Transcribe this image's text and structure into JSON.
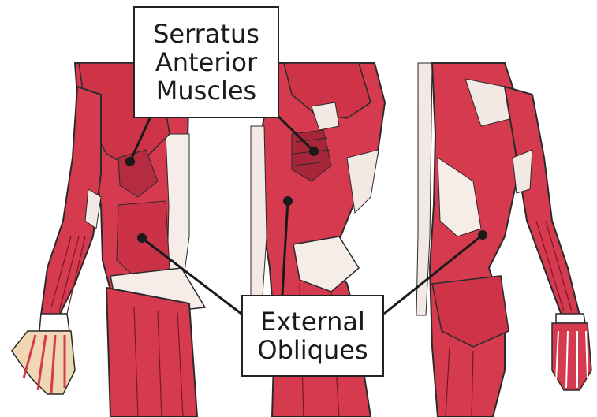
{
  "labels": {
    "serratus": {
      "line1": "Serratus",
      "line2": "Anterior",
      "line3": "Muscles"
    },
    "obliques": {
      "line1": "External",
      "line2": "Obliques"
    }
  },
  "colors": {
    "muscle": "#d63a4e",
    "muscle_dark": "#a8263a",
    "muscle_line": "#7a1526",
    "tendon": "#f2e8e4",
    "bone": "#efd7b4",
    "outline": "#2a2a2a",
    "background": "#ffffff"
  }
}
